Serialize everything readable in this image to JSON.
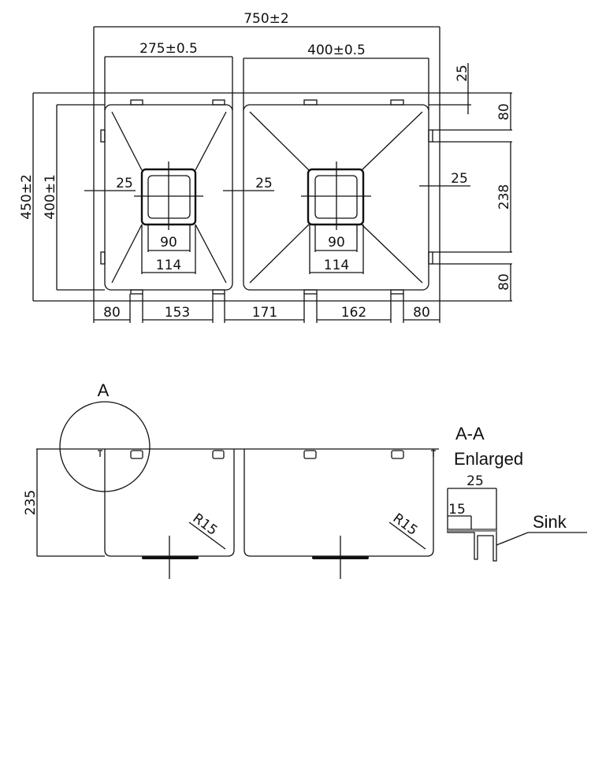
{
  "top_view": {
    "overall_width": "750±2",
    "left_bowl_width": "275±0.5",
    "right_bowl_width": "400±0.5",
    "overall_depth": "450±2",
    "bowl_depth": "400±1",
    "left_edge_offset": "25",
    "center_offset": "25",
    "right_edge_offset": "25",
    "top_offset": "25",
    "right_dims": [
      "80",
      "238",
      "80"
    ],
    "bottom_dims": [
      "80",
      "153",
      "171",
      "162",
      "80"
    ],
    "drain_inner": [
      "90",
      "90"
    ],
    "drain_outer": [
      "114",
      "114"
    ]
  },
  "front_view": {
    "detail_label": "A",
    "height": "235",
    "radius_left": "R15",
    "radius_right": "R15"
  },
  "detail": {
    "title": "A-A",
    "subtitle": "Enlarged",
    "width_total": "25",
    "width_inner": "15",
    "sink_label": "Sink"
  },
  "colors": {
    "line": "#111111",
    "background": "#ffffff"
  }
}
